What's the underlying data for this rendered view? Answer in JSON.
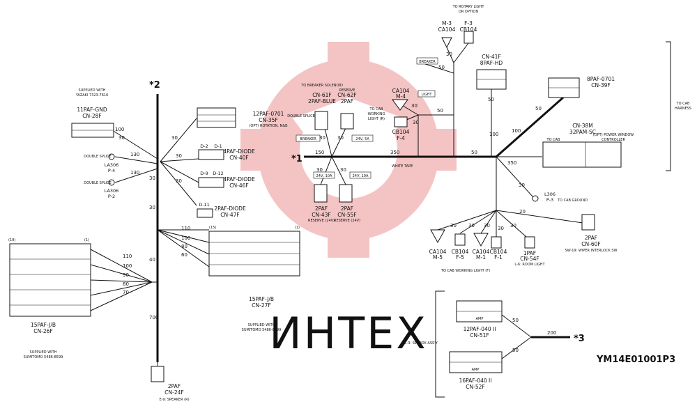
{
  "watermark": {
    "text": "ИНТЕХ"
  },
  "drawing_code": "YM14E01001P3",
  "markers": {
    "m1": "*1",
    "m2": "*2",
    "m3": "*3"
  },
  "connectors": {
    "cn28f": {
      "title": "11PAF-GND",
      "id": "CN-28F",
      "note1": "SUPPLIED WITH",
      "note2": "YAZAKI 7323-7616"
    },
    "cn35f": {
      "title": "12PAF-0701",
      "id": "CN-35F",
      "note": "(OPT) ROTATION, N&B"
    },
    "cn40f": {
      "d2": "D-2",
      "d1": "D-1",
      "title": "4PAF-DIODE",
      "id": "CN-40F"
    },
    "cn46f": {
      "d9": "D-9",
      "d12": "D-12",
      "title": "4PAF-DIODE",
      "id": "CN-46F"
    },
    "cn47f": {
      "d11": "D-11",
      "title": "2PAF-DIODE",
      "id": "CN-47F"
    },
    "la306_p4": {
      "label": "DOUBLE SPLICE",
      "id1": "LA306",
      "id2": "P-4"
    },
    "la306_p2": {
      "label": "DOUBLE SPLICE",
      "id1": "LA306",
      "id2": "P-2"
    },
    "cn26f": {
      "title": "15PAF-J/B",
      "id": "CN-26F",
      "note1": "SUPPLIED WITH",
      "note2": "SUMITOMO 5486-8599",
      "pin19": "(19)",
      "pin1": "(1)"
    },
    "cn27f": {
      "title": "15PAF-J/B",
      "id": "CN-27F",
      "note1": "SUPPLIED WITH",
      "note2": "SUMITOMO 5486-8599",
      "pin15": "(15)",
      "pin1": "(1)"
    },
    "cn24f": {
      "title": "2PAF",
      "id": "CN-24F",
      "note": "E-9: SPEAKER (R)"
    },
    "cn61f": {
      "head": "TO BREAKER SOLENOID",
      "id": "CN-61F",
      "title": "2PAF-BLUE",
      "splice": "DOUBLE SPLICE",
      "tag": "BREAKER"
    },
    "cn62f": {
      "head": "RESERVE",
      "id": "CN-62F",
      "title": "2PAF",
      "tag": "24V, 5A"
    },
    "cn43f": {
      "title": "2PAF",
      "id": "CN-43F",
      "note": "RESERVE (24V)",
      "tag": "24V, 10A"
    },
    "cn55f": {
      "title": "2PAF",
      "id": "CN-55F",
      "note": "RESERVE (24V)",
      "tag": "24V, 10A"
    },
    "cab_light": {
      "text1": "TO CAB",
      "text2": "WORKING",
      "text3": "LIGHT (R)"
    },
    "white_tape": {
      "text": "WHITE TAPE"
    },
    "rotary": {
      "head1": "TO ROTARY LIGHT",
      "head2": "OR OPTION",
      "m3": "M-3",
      "ca104": "CA104",
      "f3": "F-3",
      "cb104": "CB104",
      "tag": "BREAKER"
    },
    "cn41f": {
      "id": "CN-41F",
      "title": "8PAF-HD"
    },
    "ca104_m4": {
      "ca": "CA104",
      "m": "M-4",
      "tag": "LIGHT",
      "cb": "CB104",
      "f": "F-4"
    },
    "cn39f": {
      "title": "8PAF-0701",
      "id": "CN-39F"
    },
    "cab_harness": {
      "text1": "TO CAB",
      "text2": "HARNESS"
    },
    "cn38m": {
      "id": "CN-38M",
      "title": "32PAM-SC",
      "left": "TO CAB",
      "right": "(OPT) POWER WINDOW",
      "right2": "CONTROLLER"
    },
    "l306": {
      "id1": "L306",
      "id2": "P-3",
      "note": "TO CAB GROUND"
    },
    "cn60f": {
      "title": "2PAF",
      "id": "CN-60F",
      "note": "SW-19: WIPER INTERLOCK SW"
    },
    "cn54f": {
      "title": "1PAF",
      "id": "CN-54F",
      "note": "L-6: ROOM LIGHT"
    },
    "cab_wl_f": {
      "m5a": "CA104",
      "m5b": "M-5",
      "f5a": "CB104",
      "f5b": "F-5",
      "m1a": "CA104",
      "m1b": "M-1",
      "f1a": "CB104",
      "f1b": "F-1",
      "note": "TO CAB WORKING LIGHT (F)"
    },
    "cn51f": {
      "title": "12PAF-040 II",
      "id": "CN-51F",
      "amp": "AMP"
    },
    "cn52f": {
      "title": "16PAF-040 II",
      "id": "CN-52F",
      "amp": "AMP"
    },
    "sw_box": {
      "text": "C-3: SW BOX ASS'Y"
    }
  },
  "lengths": {
    "l100": "100",
    "l30a": "30",
    "l130": "130",
    "l130b": "130",
    "l30b": "30",
    "l30c": "30",
    "l30d": "30",
    "l30v": "30",
    "l30v2": "30",
    "l110": "110",
    "l100b": "100",
    "l80": "80",
    "l60": "60",
    "l110b": "110",
    "l100c": "100",
    "l90": "90",
    "l80b": "80",
    "l70": "70",
    "l40": "40",
    "l700": "700",
    "l150": "150",
    "l350": "350",
    "l50": "50",
    "l30e": "30",
    "l30f": "30",
    "l30g": "30",
    "l30h": "30",
    "l30i": "30",
    "l50b": "50",
    "l30j": "30",
    "l50c": "50",
    "l50v": "50",
    "l100v": "100",
    "l100d": "100",
    "l50d": "50",
    "l350b": "350",
    "l30k": "30",
    "l20": "20",
    "l30m": "30",
    "l30n": "30",
    "l30o": "30",
    "l30p": "30",
    "l30q": "30",
    "l50e": "50",
    "l50f": "50",
    "l200": "200"
  }
}
